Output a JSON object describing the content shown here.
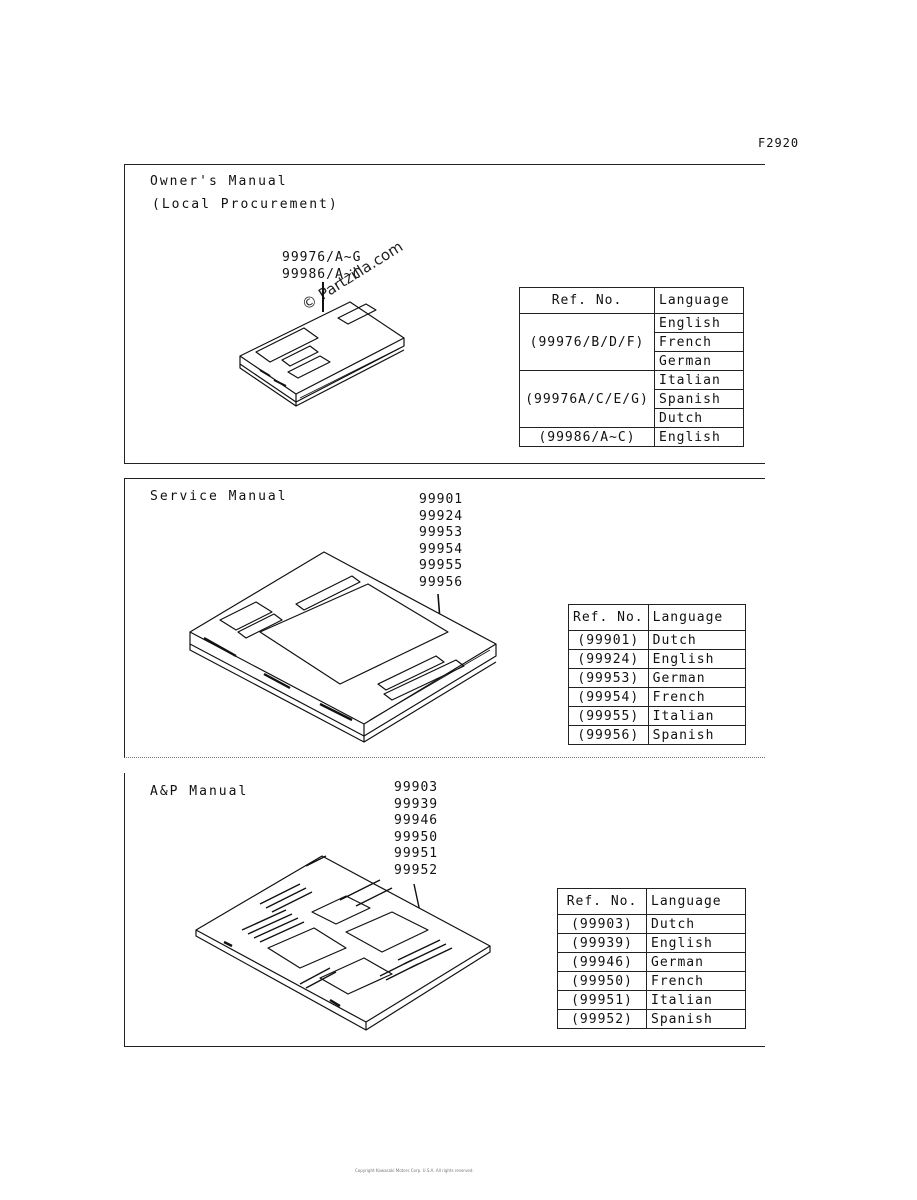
{
  "figure_id": "F2920",
  "watermark": "© Partzilla.com",
  "owners": {
    "title": "Owner's Manual",
    "subtitle": "(Local Procurement)",
    "callout": [
      "99976/A~G",
      "99986/A~C"
    ],
    "table": {
      "headers": [
        "Ref. No.",
        "Language"
      ],
      "groups": [
        {
          "ref": "(99976/B/D/F)",
          "languages": [
            "English",
            "French",
            "German"
          ]
        },
        {
          "ref": "(99976A/C/E/G)",
          "languages": [
            "Italian",
            "Spanish",
            "Dutch"
          ]
        },
        {
          "ref": "(99986/A~C)",
          "languages": [
            "English"
          ]
        }
      ]
    }
  },
  "service": {
    "title": "Service Manual",
    "callout": [
      "99901",
      "99924",
      "99953",
      "99954",
      "99955",
      "99956"
    ],
    "table": {
      "headers": [
        "Ref. No.",
        "Language"
      ],
      "rows": [
        [
          "(99901)",
          "Dutch"
        ],
        [
          "(99924)",
          "English"
        ],
        [
          "(99953)",
          "German"
        ],
        [
          "(99954)",
          "French"
        ],
        [
          "(99955)",
          "Italian"
        ],
        [
          "(99956)",
          "Spanish"
        ]
      ]
    }
  },
  "ap": {
    "title": "A&P Manual",
    "callout": [
      "99903",
      "99939",
      "99946",
      "99950",
      "99951",
      "99952"
    ],
    "table": {
      "headers": [
        "Ref. No.",
        "Language"
      ],
      "rows": [
        [
          "(99903)",
          "Dutch"
        ],
        [
          "(99939)",
          "English"
        ],
        [
          "(99946)",
          "German"
        ],
        [
          "(99950)",
          "French"
        ],
        [
          "(99951)",
          "Italian"
        ],
        [
          "(99952)",
          "Spanish"
        ]
      ]
    }
  },
  "footer": "Copyright Kawasaki Motors Corp. U.S.A. All rights reserved."
}
